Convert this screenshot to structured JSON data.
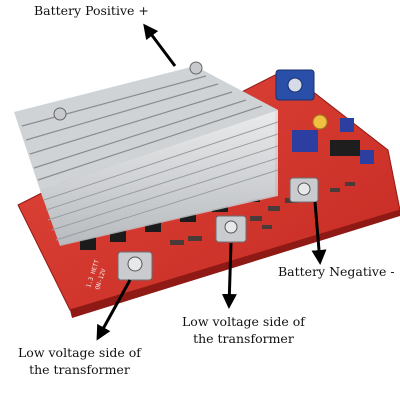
{
  "labels": {
    "battery_positive": "Battery Positive +",
    "battery_negative": "Battery Negative -",
    "low_voltage_mid": [
      "Low voltage side of",
      "the transformer"
    ],
    "low_voltage_left": [
      "Low voltage side of",
      "the transformer"
    ]
  },
  "board": {
    "silkscreen_lines": [
      "1.3 HETT",
      "ON-12V"
    ]
  },
  "colors": {
    "pcb_red": "#d8382c",
    "pcb_dark": "#a61e1a",
    "heatsink": "#e2e4e6",
    "heatsink_shadow": "#9ea2a6",
    "arrow": "#000000",
    "potentiometer_blue": "#2a4fa8",
    "capacitor_yellow": "#f0c040"
  },
  "icons": [
    "heatsink-icon",
    "terminal-screw-icon",
    "transistor-icon",
    "potentiometer-icon",
    "ic-chip-icon"
  ]
}
